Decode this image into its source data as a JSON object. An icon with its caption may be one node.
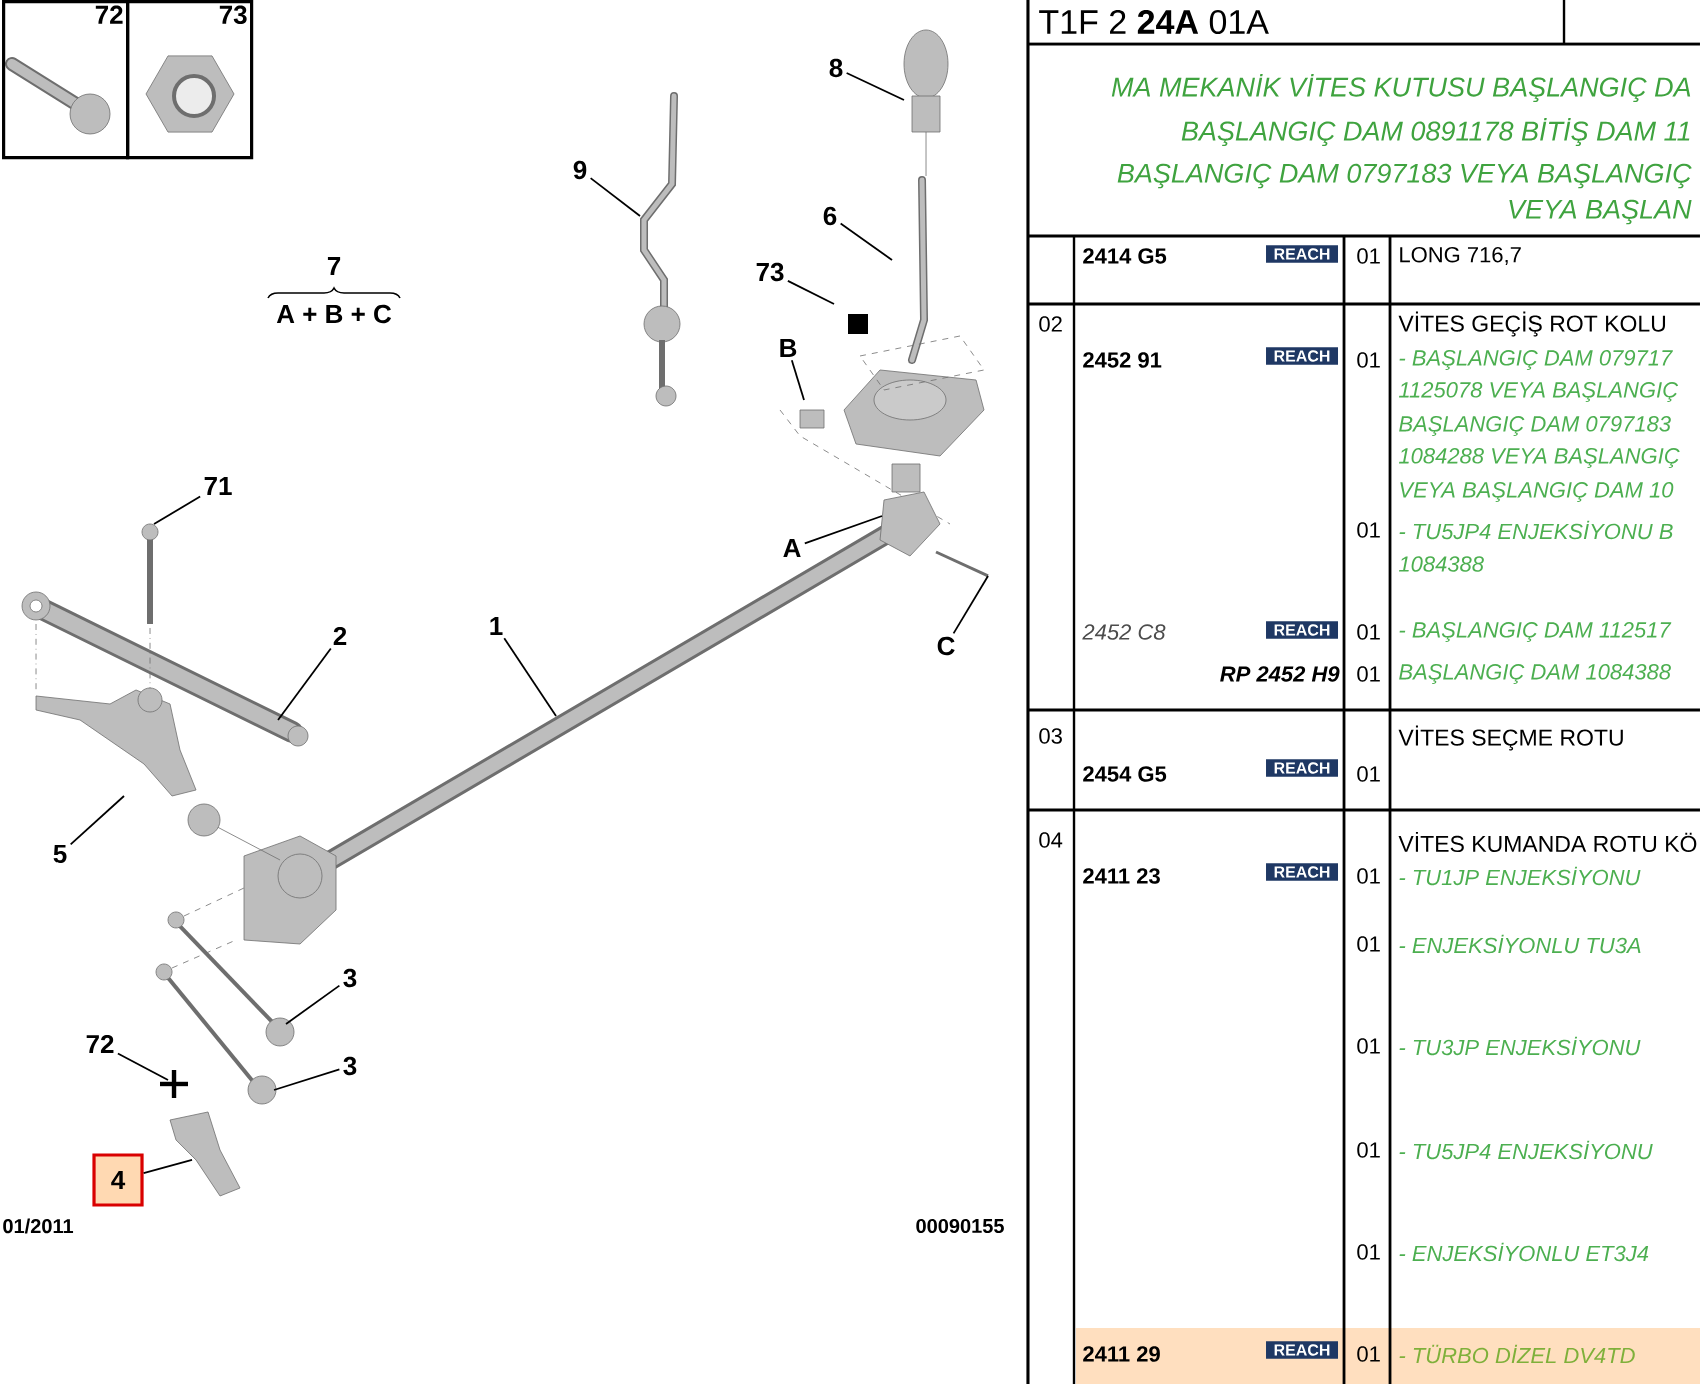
{
  "diagram": {
    "nodes": [
      {
        "text": [
          "72"
        ]
      },
      {
        "text": [
          "73"
        ]
      },
      {
        "text": [
          "8"
        ]
      },
      {
        "text": [
          "9"
        ]
      },
      {
        "text": [
          "6"
        ]
      },
      {
        "text": [
          "73"
        ]
      },
      {
        "text": [
          "B"
        ]
      },
      {
        "text": [
          "71"
        ]
      },
      {
        "text": [
          "A"
        ]
      },
      {
        "text": [
          "C"
        ]
      },
      {
        "text": [
          "2"
        ]
      },
      {
        "text": [
          "1"
        ]
      },
      {
        "text": [
          "5"
        ]
      },
      {
        "text": [
          "3"
        ]
      },
      {
        "text": [
          "3"
        ]
      },
      {
        "text": [
          "72"
        ]
      },
      {
        "text": [
          "4"
        ]
      }
    ],
    "edges": [
      {
        "from": 2,
        "to": null,
        "arrow": "none"
      },
      {
        "from": 3,
        "to": null,
        "arrow": "none"
      },
      {
        "from": 4,
        "to": null,
        "arrow": "none"
      },
      {
        "from": 5,
        "to": null,
        "arrow": "none"
      },
      {
        "from": 6,
        "to": null,
        "arrow": "none"
      },
      {
        "from": 7,
        "to": null,
        "arrow": "none"
      },
      {
        "from": 8,
        "to": null,
        "arrow": "none"
      },
      {
        "from": 9,
        "to": null,
        "arrow": "none"
      },
      {
        "from": 10,
        "to": null,
        "arrow": "none"
      },
      {
        "from": 11,
        "to": null,
        "arrow": "none"
      },
      {
        "from": 12,
        "to": null,
        "arrow": "none"
      },
      {
        "from": 13,
        "to": null,
        "arrow": "none"
      },
      {
        "from": 14,
        "to": null,
        "arrow": "none"
      },
      {
        "from": 15,
        "to": null,
        "arrow": "none"
      },
      {
        "from": 16,
        "to": null,
        "arrow": "none"
      }
    ],
    "labels": [
      "7",
      "A + B + C",
      "01/2011",
      "00090155",
      "T1F 2 **24A** 01A",
      "MA MEKANİK VİTES KUTUSU BAŞLANGIÇ DA",
      "BAŞLANGIÇ DAM 0891178 BİTİŞ DAM 11",
      "BAŞLANGIÇ DAM 0797183 VEYA BAŞLANGIÇ",
      "VEYA BAŞLAN",
      "2414 G5",
      "REACH",
      "01",
      "LONG 716,7",
      "02",
      "VİTES GEÇİŞ ROT KOLU",
      "2452 91",
      "REACH",
      "01",
      "- BAŞLANGIÇ DAM 079717",
      "1125078 VEYA BAŞLANGIÇ",
      "BAŞLANGIÇ DAM 0797183",
      "1084288 VEYA BAŞLANGIÇ",
      "VEYA BAŞLANGIÇ DAM 10",
      "01",
      "- TU5JP4 ENJEKSİYONU B",
      "1084388",
      "2452 C8",
      "REACH",
      "01",
      "- BAŞLANGIÇ DAM 112517",
      "RP 2452 H9",
      "01",
      "BAŞLANGIÇ DAM 1084388",
      "03",
      "VİTES SEÇME ROTU",
      "2454 G5",
      "REACH",
      "01",
      "04",
      "VİTES KUMANDA ROTU KÖ",
      "2411 23",
      "REACH",
      "01",
      "- TU1JP ENJEKSİYONU",
      "01",
      "- ENJEKSİYONLU TU3A",
      "01",
      "- TU3JP ENJEKSİYONU",
      "01",
      "- TU5JP4 ENJEKSİYONU",
      "01",
      "- ENJEKSİYONLU ET3J4",
      "2411 29",
      "REACH",
      "01",
      "- TÜRBO DİZEL DV4TD"
    ]
  }
}
